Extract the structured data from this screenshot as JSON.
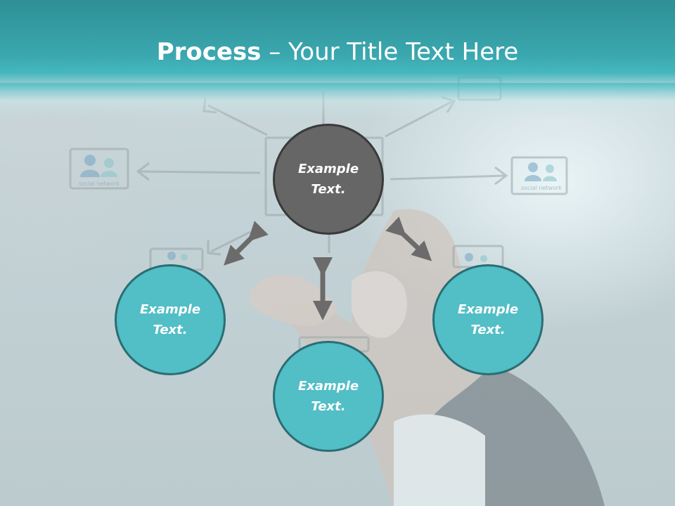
{
  "title": {
    "bold": "Process",
    "rest": " – Your Title Text Here"
  },
  "watermark": {
    "label_left": "social network",
    "label_right": "social network"
  },
  "nodes": {
    "center": "Example\nText.",
    "left": "Example\nText.",
    "right": "Example\nText.",
    "bottom": "Example\nText."
  },
  "colors": {
    "header": "#3aa7ae",
    "center_fill": "#666666",
    "teal_fill": "#52bec6",
    "teal_border": "#2a6e74",
    "arrow": "#6b6b6b"
  }
}
